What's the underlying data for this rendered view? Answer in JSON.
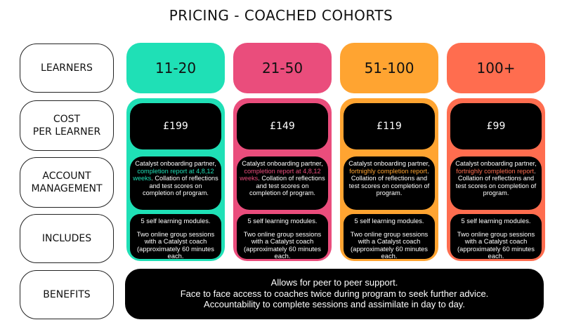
{
  "title": "PRICING - COACHED COHORTS",
  "row_labels": {
    "learners": "LEARNERS",
    "cost_line1": "COST",
    "cost_line2": "PER LEARNER",
    "account_line1": "ACCOUNT",
    "account_line2": "MANAGEMENT",
    "includes": "INCLUDES",
    "benefits": "BENEFITS"
  },
  "tiers": [
    {
      "learners": "11-20",
      "color": "#1fe0b6",
      "cost": "£199",
      "account_pre": "Catalyst onboarding partner, ",
      "account_highlight": "completion report at 4,8,12 weeks",
      "account_post": ". Collation of reflections and test scores on completion of program.",
      "modules": "5 self learning modules.",
      "sessions": "Two online group sessions with a Catalyst coach (approximately 60 minutes each."
    },
    {
      "learners": "21-50",
      "color": "#ea4d7c",
      "cost": "£149",
      "account_pre": "Catalyst onboarding partner, ",
      "account_highlight": "completion report at 4,8,12 weeks",
      "account_post": ". Collation of reflections and test scores on completion of program.",
      "modules": "5 self learning modules.",
      "sessions": "Two online group sessions with a Catalyst coach (approximately 60 minutes each."
    },
    {
      "learners": "51-100",
      "color": "#ffa431",
      "cost": "£119",
      "account_pre": "Catalyst onboarding partner, ",
      "account_highlight": "fortnighly completion report",
      "account_post": ". Collation of reflections and test scores on completion of program.",
      "modules": "5 self learning modules.",
      "sessions": "Two online group sessions with a Catalyst coach (approximately 60 minutes each."
    },
    {
      "learners": "100+",
      "color": "#ff6d4f",
      "cost": "£99",
      "account_pre": "Catalyst onboarding partner, ",
      "account_highlight": "fortnighly completion report",
      "account_post": ". Collation of reflections and test scores on completion of program.",
      "modules": "5 self learning modules.",
      "sessions": "Two online group sessions with a Catalyst coach (approximately 60 minutes each."
    }
  ],
  "benefits": {
    "line1": "Allows for peer to peer support.",
    "line2": "Face to face access to coaches twice during program to seek further advice.",
    "line3": "Accountability to complete sessions and assimilate in day to day."
  }
}
